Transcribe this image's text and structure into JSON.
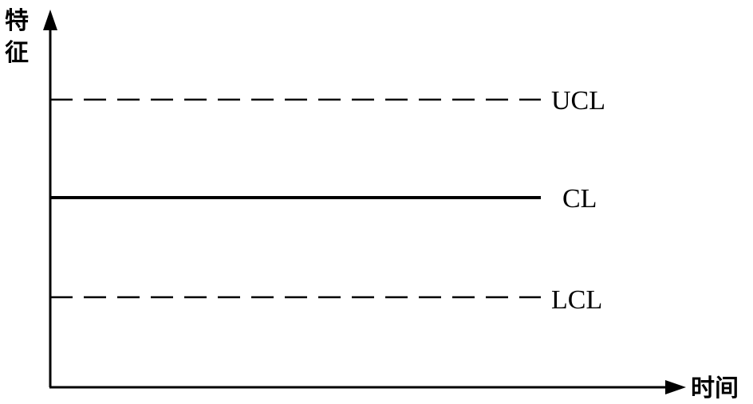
{
  "diagram": {
    "y_axis_label": "特征",
    "x_axis_label": "时间",
    "lines": [
      {
        "key": "ucl",
        "label": "UCL",
        "style": "dashed"
      },
      {
        "key": "cl",
        "label": "CL",
        "style": "solid"
      },
      {
        "key": "lcl",
        "label": "LCL",
        "style": "dashed"
      }
    ],
    "colors": {
      "ink": "#000000",
      "background": "#ffffff"
    }
  }
}
